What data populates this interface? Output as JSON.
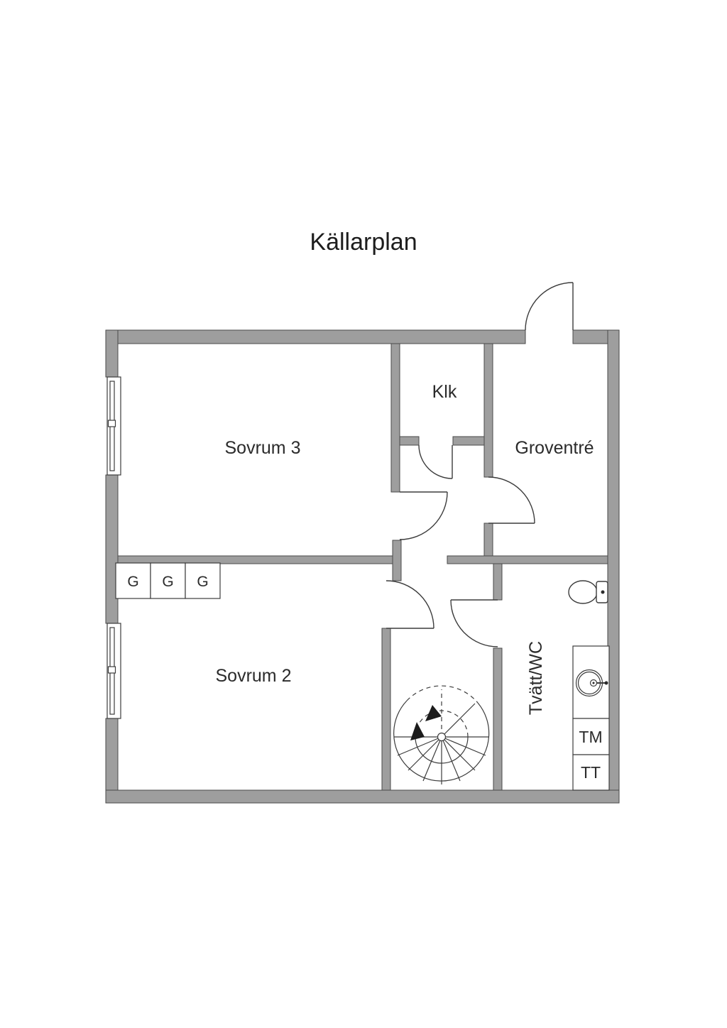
{
  "title": "Källarplan",
  "rooms": {
    "sovrum3": "Sovrum 3",
    "klk": "Klk",
    "groventre": "Groventré",
    "sovrum2": "Sovrum 2",
    "tvatt_wc": "Tvätt/WC"
  },
  "closets": {
    "g1": "G",
    "g2": "G",
    "g3": "G"
  },
  "appliances": {
    "tm": "TM",
    "tt": "TT"
  },
  "colors": {
    "wall_fill": "#9e9e9e",
    "wall_outline": "#4a4a4a",
    "line": "#3c3c3c",
    "text": "#2b2b2b",
    "background": "#ffffff"
  }
}
